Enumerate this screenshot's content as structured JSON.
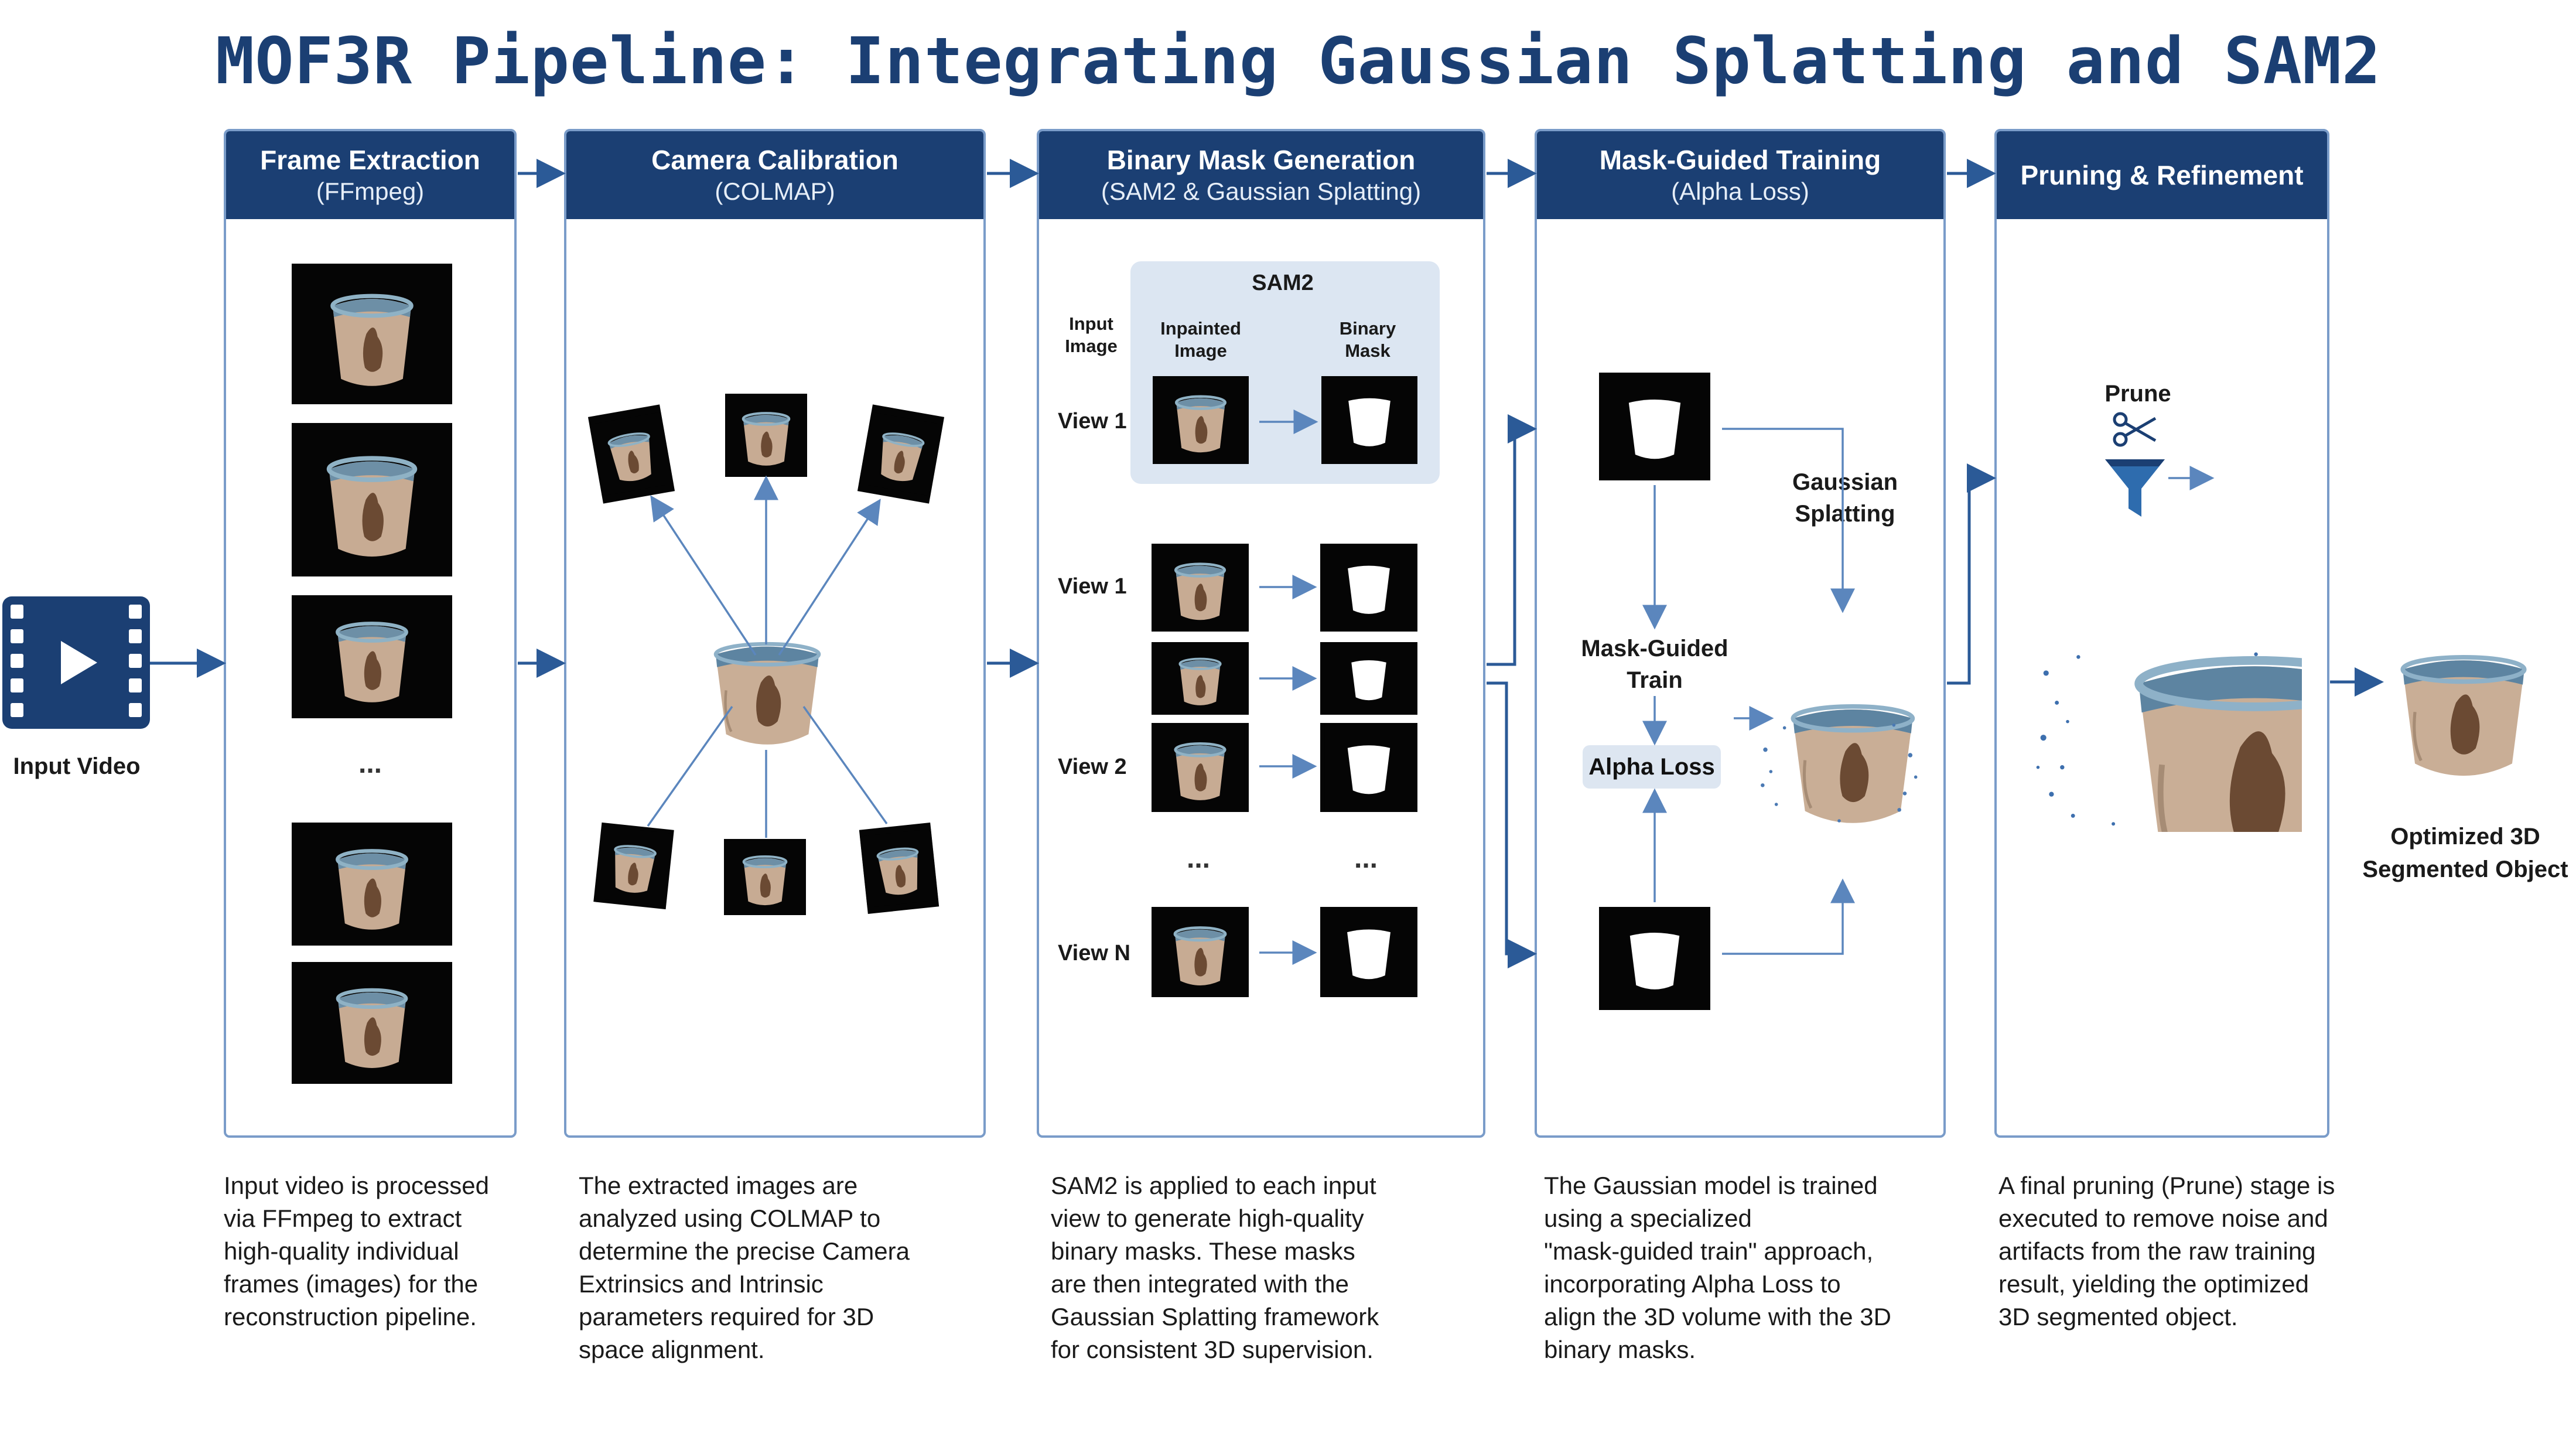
{
  "title": "MOF3R Pipeline: Integrating Gaussian Splatting and SAM2",
  "input": {
    "label": "Input Video",
    "icon": "video-play-icon"
  },
  "output": {
    "label_line1": "Optimized 3D",
    "label_line2": "Segmented Object"
  },
  "stages": [
    {
      "title": "Frame Extraction",
      "subtitle": "(FFmpeg)",
      "ellipsis": "...",
      "description": [
        "Input video is processed",
        "via FFmpeg to extract",
        "high-quality individual",
        "frames (images) for the",
        "reconstruction pipeline."
      ]
    },
    {
      "title": "Camera Calibration",
      "subtitle": "(COLMAP)",
      "description": [
        "The extracted images are",
        "analyzed using COLMAP to",
        "determine the precise Camera",
        "Extrinsics and Intrinsic",
        "parameters required for 3D",
        "space alignment."
      ]
    },
    {
      "title": "Binary Mask Generation",
      "subtitle": "(SAM2 & Gaussian Splatting)",
      "sam2_label": "SAM2",
      "input_image_label": [
        "Input",
        "Image"
      ],
      "inpainted_label": [
        "Inpainted",
        "Image"
      ],
      "binary_mask_label": [
        "Binary",
        "Mask"
      ],
      "views": [
        "View 1",
        "View 1",
        "View 2",
        "View N"
      ],
      "ellipsis": "...",
      "description": [
        "SAM2 is applied to each input",
        "view to generate high-quality",
        "binary masks. These masks",
        "are then integrated with the",
        "Gaussian Splatting framework",
        "for consistent 3D supervision."
      ]
    },
    {
      "title": "Mask-Guided Training",
      "subtitle": "(Alpha Loss)",
      "gaussian_label": [
        "Gaussian",
        "Splatting"
      ],
      "train_label": [
        "Mask-Guided",
        "Train"
      ],
      "alpha_label": "Alpha Loss",
      "description": [
        "The Gaussian model is trained",
        "using a specialized",
        "\"mask-guided train\" approach,",
        "incorporating Alpha Loss to",
        "align the 3D volume with the 3D",
        "binary masks."
      ]
    },
    {
      "title": "Pruning & Refinement",
      "subtitle": "",
      "prune_label": "Prune",
      "description": [
        "A final pruning (Prune) stage is",
        "executed to remove noise and",
        "artifacts from the raw training",
        "result, yielding the optimized",
        "3D segmented object."
      ]
    }
  ],
  "colors": {
    "navy": "#1b3f73",
    "border": "#7a9cc9",
    "arrow": "#2b5a97",
    "panel": "#dce6f2"
  }
}
